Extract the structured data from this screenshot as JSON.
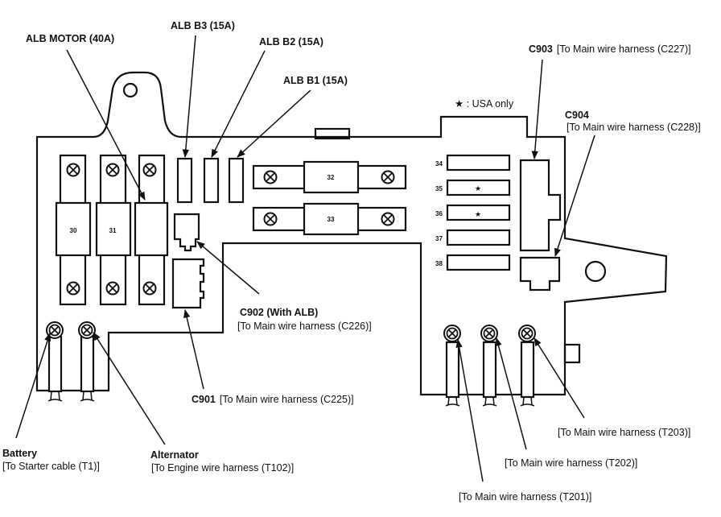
{
  "diagram": {
    "title": "Under-hood fuse/relay box connector and terminal locations",
    "legend": {
      "symbol": "★",
      "text": ": USA only"
    },
    "fuses": {
      "large": [
        "30",
        "31"
      ],
      "horizontal": [
        "32",
        "33"
      ],
      "small_numbered": [
        "34",
        "35",
        "36",
        "37",
        "38"
      ],
      "usa_only": [
        "35",
        "36"
      ]
    },
    "labels": {
      "alb_motor": "ALB MOTOR (40A)",
      "alb_b3": "ALB B3 (15A)",
      "alb_b2": "ALB B2 (15A)",
      "alb_b1": "ALB B1 (15A)",
      "c903_name": "C903",
      "c903_desc": "[To Main wire harness (C227)]",
      "c904_name": "C904",
      "c904_desc": "[To Main wire harness (C228)]",
      "c902_name": "C902 (With ALB)",
      "c902_desc": "[To Main wire harness (C226)]",
      "c901_name": "C901",
      "c901_desc": "[To Main wire harness (C225)]",
      "battery_name": "Battery",
      "battery_desc": "[To  Starter cable (T1)]",
      "alternator_name": "Alternator",
      "alternator_desc": "[To  Engine wire harness (T102)]",
      "t203": "[To Main wire harness (T203)]",
      "t202": "[To Main wire harness (T202)]",
      "t201": "[To Main wire harness (T201)]"
    }
  }
}
